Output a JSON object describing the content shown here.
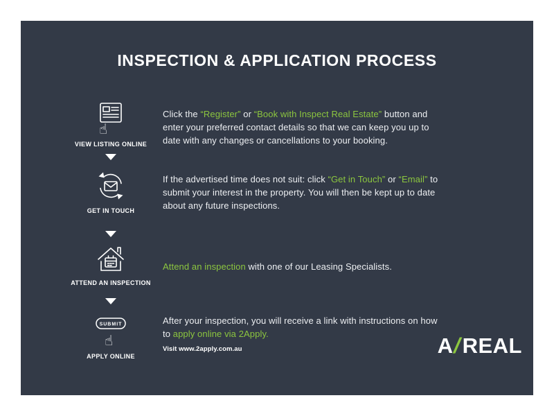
{
  "page": {
    "title": "INSPECTION & APPLICATION PROCESS"
  },
  "colors": {
    "background": "#333A47",
    "accent_green": "#8CC63F",
    "text": "#FFFFFF"
  },
  "icons": {
    "pointer_hand": "☝"
  },
  "steps": [
    {
      "label": "VIEW LISTING ONLINE",
      "icon": "view-listing-online-icon",
      "desc": [
        {
          "text": "Click the ",
          "highlight": false
        },
        {
          "text": "“Register”",
          "highlight": true
        },
        {
          "text": " or ",
          "highlight": false
        },
        {
          "text": "“Book with Inspect Real Estate”",
          "highlight": true
        },
        {
          "text": " button and enter your preferred contact details so that we can keep you up to date with any changes or cancellations to your booking.",
          "highlight": false
        }
      ]
    },
    {
      "label": "GET IN TOUCH",
      "icon": "get-in-touch-icon",
      "desc": [
        {
          "text": "If the advertised time does not suit: click ",
          "highlight": false
        },
        {
          "text": "“Get in Touch”",
          "highlight": true
        },
        {
          "text": " or ",
          "highlight": false
        },
        {
          "text": "“Email”",
          "highlight": true
        },
        {
          "text": " to submit your interest in the property. You will then be kept up to date about any future inspections.",
          "highlight": false
        }
      ]
    },
    {
      "label": "ATTEND AN INSPECTION",
      "icon": "attend-inspection-icon",
      "desc": [
        {
          "text": "Attend an inspection",
          "highlight": true
        },
        {
          "text": " with one of our Leasing Specialists.",
          "highlight": false
        }
      ]
    },
    {
      "label": "APPLY ONLINE",
      "icon": "apply-online-icon",
      "icon_text": "SUBMIT",
      "desc": [
        {
          "text": "After your inspection, you will receive a link with instructions on how to ",
          "highlight": false
        },
        {
          "text": "apply online via 2Apply.",
          "highlight": true
        }
      ]
    }
  ],
  "note": "Visit www.2apply.com.au",
  "logo": {
    "left": "A",
    "slash": "/",
    "right": "REAL"
  }
}
